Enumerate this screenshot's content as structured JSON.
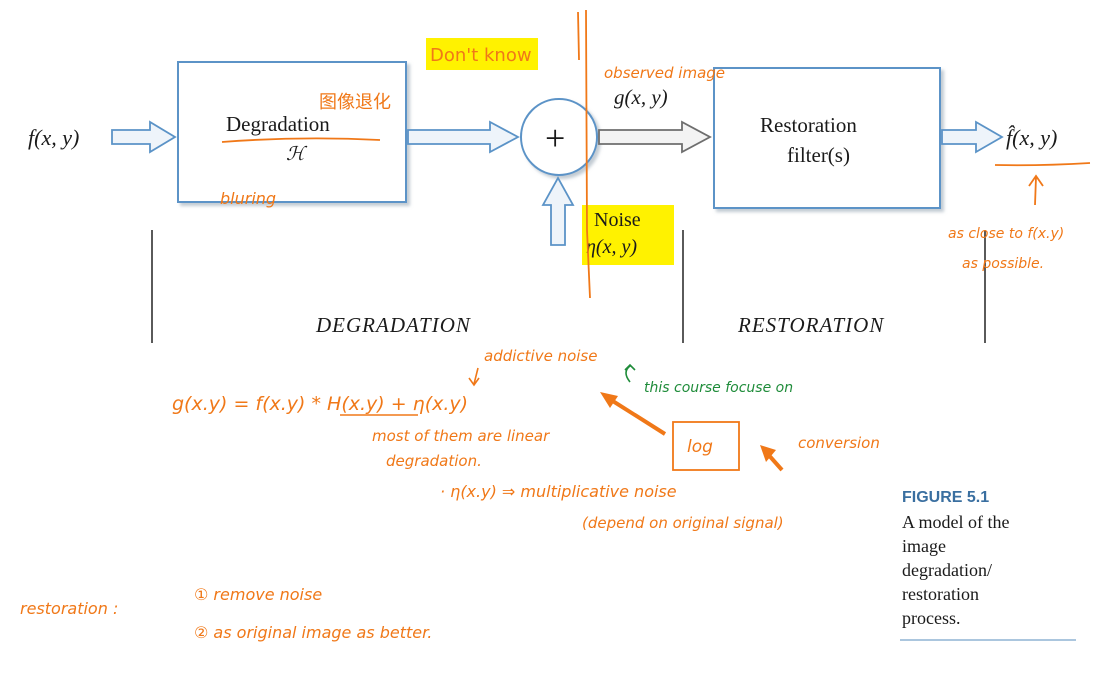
{
  "diagram": {
    "input_label": "f(x, y)",
    "degradation_label": "Degradation",
    "degradation_symbol": "ℋ",
    "plus_symbol": "+",
    "observed_label": "g(x, y)",
    "restoration_label_1": "Restoration",
    "restoration_label_2": "filter(s)",
    "output_label": "f̂(x, y)",
    "noise_label": "Noise",
    "noise_symbol": "η(x, y)",
    "degradation_section": "DEGRADATION",
    "restoration_section": "RESTORATION"
  },
  "figure_caption": {
    "title": "FIGURE 5.1",
    "line1": "A model of the",
    "line2": "image",
    "line3": "degradation/",
    "line4": "restoration",
    "line5": "process."
  },
  "annotations": {
    "dont_know": "Don't know",
    "observed_image": "observed image",
    "chinese_degradation": "图像退化",
    "bluring": "bluring",
    "close_to_1": "as close to f(x.y)",
    "close_to_2": "as possible.",
    "additive_noise": "addictive noise",
    "this_course": "this course focuse on",
    "equation": "g(x.y) = f(x.y) * H(x.y) + η(x.y)",
    "linear_1": "most of them are linear",
    "linear_2": "degradation.",
    "log": "log",
    "conversion": "conversion",
    "multiplicative": "· η(x.y) ⇒ multiplicative noise",
    "depend": "(depend on original signal)",
    "restoration_label": "restoration :",
    "remove_noise": "① remove noise",
    "as_original": "② as original image as better."
  },
  "colors": {
    "box_border": "#5b93c7",
    "arrow_fill": "#eef4fa",
    "highlight": "#fff200",
    "ink_orange": "#f07818",
    "ink_green": "#1f8c3a",
    "text": "#1a1a1a"
  }
}
